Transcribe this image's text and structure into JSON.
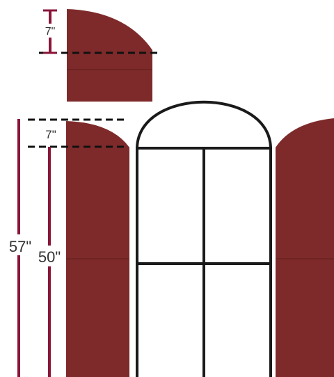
{
  "colors": {
    "shutter": "#7e2a2a",
    "shutter_dark": "#6a2121",
    "dimension": "#8a1538",
    "frame": "#1a1a1a",
    "guide": "#111111",
    "label": "#333333"
  },
  "detail": {
    "arch_height_label": "7\""
  },
  "main": {
    "arch_height_label": "7\"",
    "total_height_label": "57\"",
    "side_height_label": "50\""
  }
}
